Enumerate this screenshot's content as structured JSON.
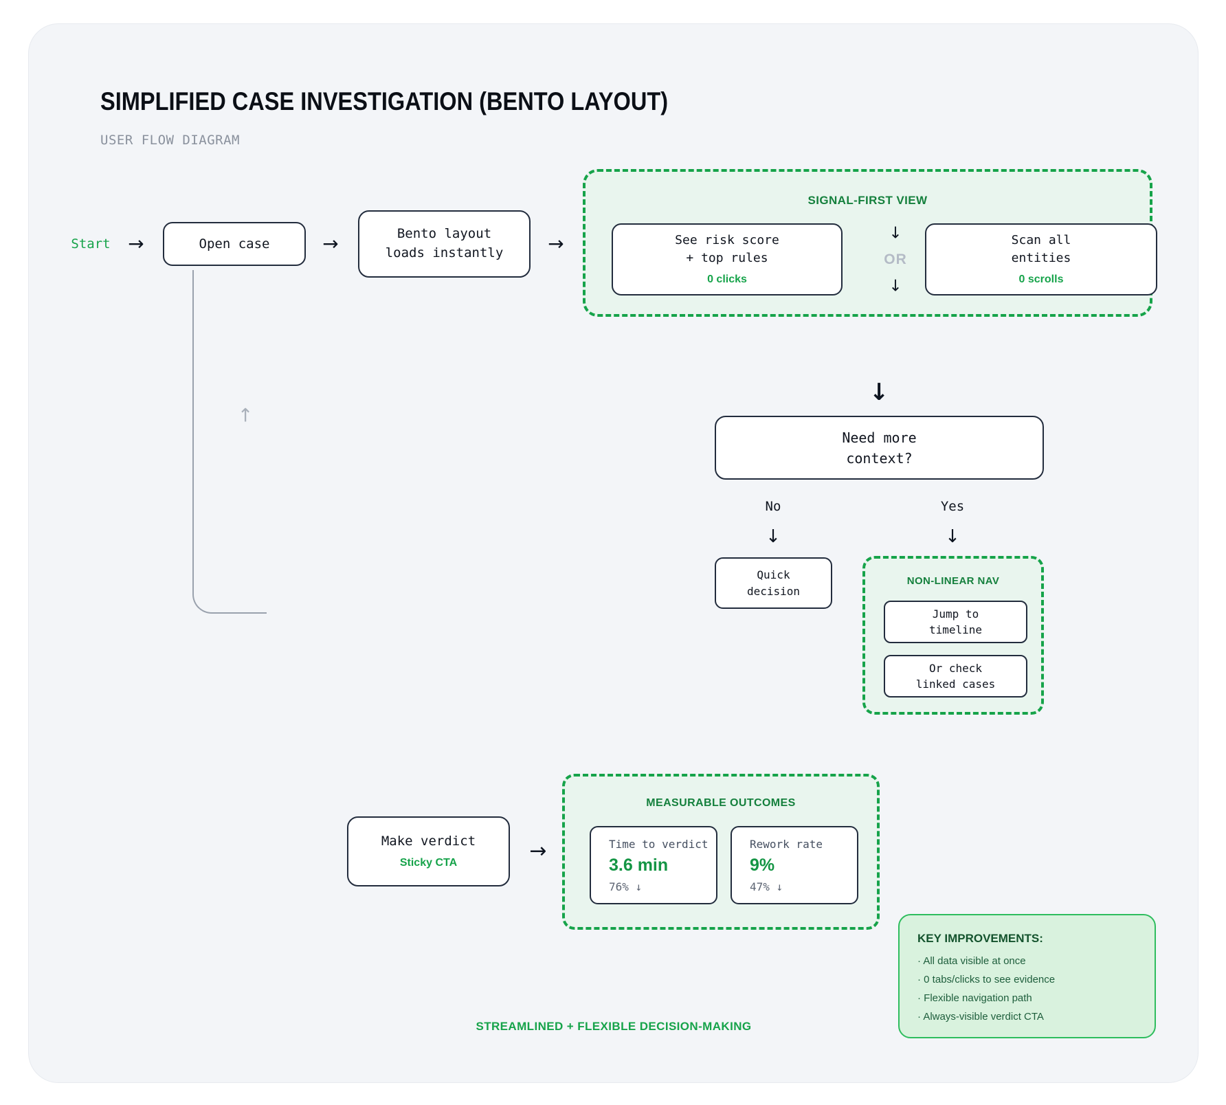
{
  "header": {
    "title": "SIMPLIFIED CASE INVESTIGATION (BENTO LAYOUT)",
    "subtitle": "USER FLOW DIAGRAM"
  },
  "icons": {
    "arrow_right": "→",
    "arrow_down": "↓",
    "arrow_up": "↑"
  },
  "colors": {
    "accent_green": "#16a34a",
    "panel_title_green": "#15803d",
    "panel_fill": "#e9f5ee",
    "key_panel_fill": "#d9f2de",
    "key_panel_border": "#2ebd5e",
    "key_text_green": "#1e5e3c",
    "node_border": "#222c3d",
    "canvas_fill": "#f3f5f8",
    "loop_gray": "#99a1ad",
    "or_gray": "#b4bbc6"
  },
  "flow": {
    "start_label": "Start",
    "open_case": "Open case",
    "bento": "Bento layout\nloads instantly",
    "signal_first": {
      "label": "SIGNAL-FIRST VIEW",
      "left_card": {
        "text": "See risk score\n+ top rules",
        "metric": "0 clicks"
      },
      "or_label": "OR",
      "right_card": {
        "text": "Scan all\nentities",
        "metric": "0 scrolls"
      }
    },
    "decision": {
      "question": "Need more\ncontext?",
      "no_label": "No",
      "yes_label": "Yes"
    },
    "quick_decision": "Quick\ndecision",
    "non_linear": {
      "label": "NON-LINEAR NAV",
      "option1": "Jump to\ntimeline",
      "option2": "Or check\nlinked cases"
    },
    "verdict": {
      "label": "Make verdict",
      "sub_label": "Sticky CTA"
    },
    "outcomes": {
      "label": "MEASURABLE OUTCOMES",
      "metrics": [
        {
          "name": "Time to verdict",
          "value": "3.6 min",
          "delta": "76% ↓"
        },
        {
          "name": "Rework rate",
          "value": "9%",
          "delta": "47% ↓"
        }
      ]
    }
  },
  "improvements": {
    "title": "KEY IMPROVEMENTS:",
    "items": [
      "All data visible at once",
      "0 tabs/clicks to see evidence",
      "Flexible navigation path",
      "Always-visible verdict CTA"
    ]
  },
  "footer": {
    "label": "STREAMLINED + FLEXIBLE DECISION-MAKING"
  }
}
